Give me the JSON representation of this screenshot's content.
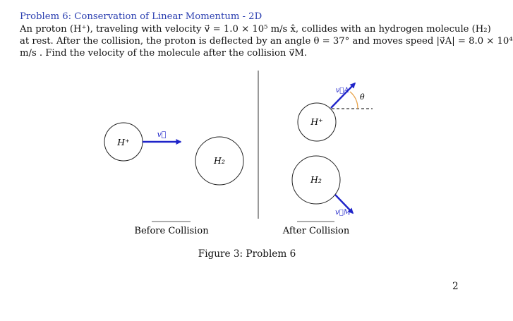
{
  "problem": {
    "title": "Problem 6: Conservation of Linear Momentum - 2D",
    "text_lines": [
      "An proton (H⁺), traveling with velocity v⃗ = 1.0 × 10⁵ m/s x̂, collides with an hydrogen molecule (H₂)",
      "at rest. After the collision, the proton is deflected by an angle θ = 37° and moves speed |v⃗A| = 8.0 × 10⁴",
      "m/s . Find the velocity of the molecule after the collision v⃗M."
    ]
  },
  "figure": {
    "before_label": "Before Collision",
    "after_label": "After Collision",
    "proton_label": "H⁺",
    "molecule_label": "H₂",
    "velocity_label": "v⃗",
    "proton_after_velocity_label": "v⃗A",
    "molecule_after_velocity_label": "v⃗M",
    "angle_label": "θ",
    "caption": "Figure 3: Problem 6",
    "arrow_color": "#1f24c9",
    "angle_arc_color": "#e8a34a"
  },
  "page_number": "2"
}
